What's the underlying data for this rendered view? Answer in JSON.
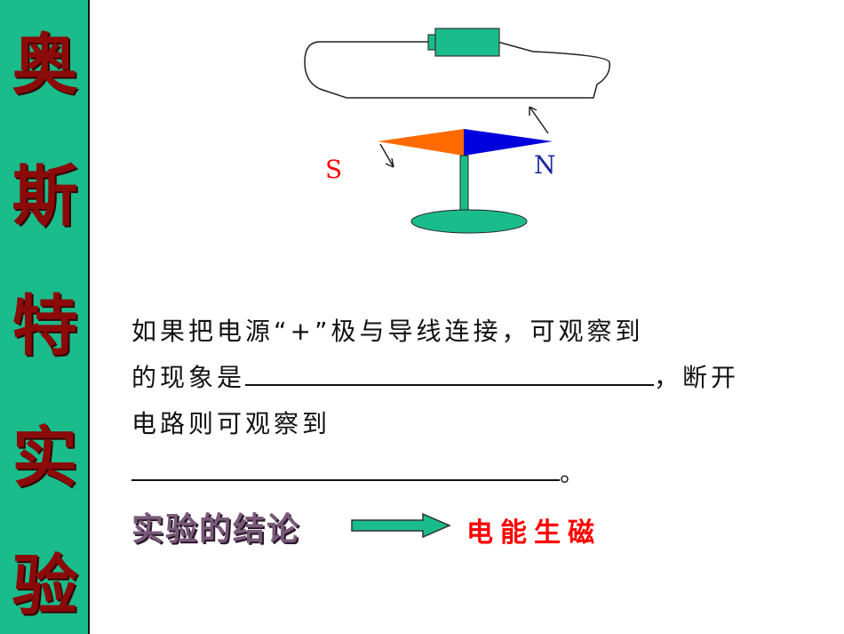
{
  "sidebar": {
    "title_chars": [
      "奥",
      "斯",
      "特",
      "实",
      "验"
    ]
  },
  "diagram": {
    "south_label": "S",
    "north_label": "N",
    "colors": {
      "battery": "#1abc8c",
      "needle_south": "#ff6a00",
      "needle_north": "#0000dd",
      "stand": "#1abc8c",
      "south_text": "#ff0000",
      "north_text": "#1a2a9a"
    }
  },
  "question": {
    "line1": "如果把电源“+”极与导线连接，可观察到",
    "line2_start": "的现象是",
    "line2_end": "，断开",
    "line3": "电路则可观察到",
    "line4_end": "。"
  },
  "conclusion": {
    "label": "实验的结论",
    "result": "电能生磁",
    "arrow_icon": "right-arrow-icon"
  }
}
